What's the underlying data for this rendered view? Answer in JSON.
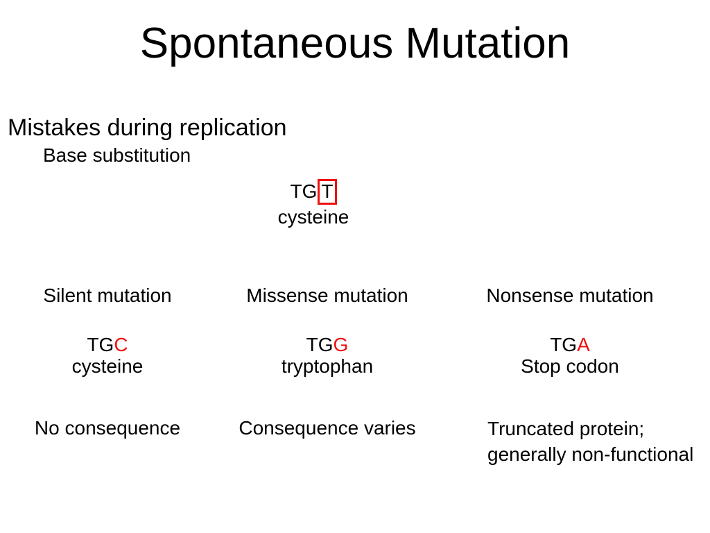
{
  "slide": {
    "title": "Spontaneous Mutation",
    "heading": "Mistakes during replication",
    "subheading": "Base substitution"
  },
  "original": {
    "codon_prefix": "TG",
    "codon_boxed_base": "T",
    "protein": "cysteine"
  },
  "columns": [
    {
      "header": "Silent mutation",
      "codon_prefix": "TG",
      "codon_mutated_base": "C",
      "protein": "cysteine",
      "consequence": "No consequence"
    },
    {
      "header": "Missense mutation",
      "codon_prefix": "TG",
      "codon_mutated_base": "G",
      "protein": "tryptophan",
      "consequence": "Consequence varies"
    },
    {
      "header": "Nonsense mutation",
      "codon_prefix": "TG",
      "codon_mutated_base": "A",
      "protein": "Stop codon",
      "consequence_lines": [
        "Truncated protein;",
        "generally non-functional"
      ]
    }
  ],
  "colors": {
    "mutation_red": "#ee1111",
    "text": "#000000",
    "background": "#ffffff"
  }
}
